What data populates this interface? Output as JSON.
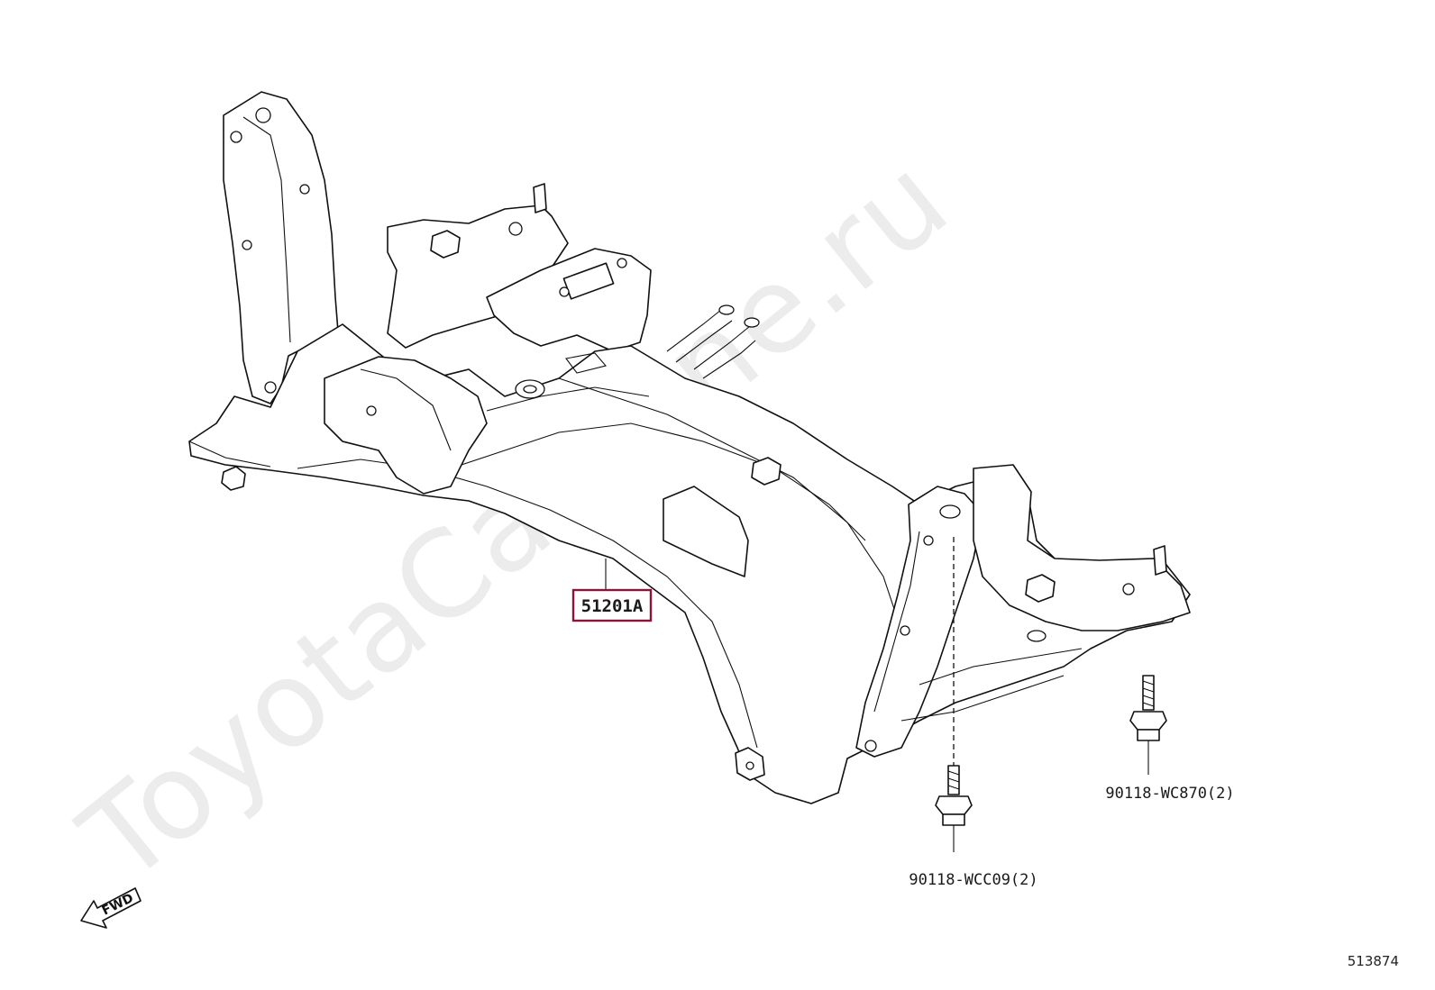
{
  "watermark": "ToyotaCarMine.ru",
  "direction_indicator": "FWD",
  "diagram_id": "513874",
  "parts": {
    "main": "51201A",
    "bolt_front": "90118-WCC09(2)",
    "bolt_rear": "90118-WC870(2)"
  },
  "colors": {
    "highlight": "#8a1538",
    "line": "#111111",
    "watermark": "#ececec"
  },
  "icons": {
    "fwd_arrow": "fwd-arrow-icon"
  }
}
